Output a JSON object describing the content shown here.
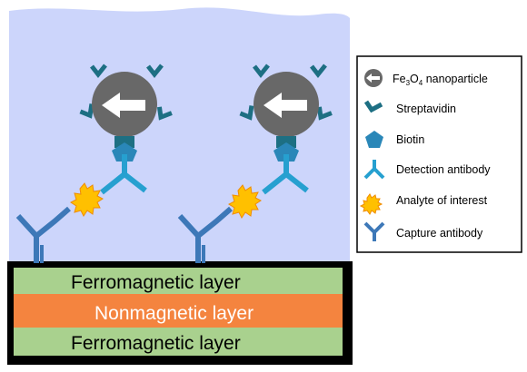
{
  "colors": {
    "liquid": "#ccd5fb",
    "ferro": "#a9d18e",
    "nonmag": "#f4843f",
    "nanoparticle": "#686868",
    "streptavidin": "#1d6f83",
    "biotin": "#2a87b8",
    "detection_antibody": "#26a0d0",
    "analyte": "#ffc000",
    "capture_antibody": "#3d78b8"
  },
  "layers": {
    "top": "Ferromagnetic layer",
    "middle": "Nonmagnetic layer",
    "bottom": "Ferromagnetic layer"
  },
  "legend": {
    "nanoparticle": {
      "icon": "arrow-left-circle-icon",
      "prefix": "Fe",
      "sub1": "3",
      "mid": "O",
      "sub2": "4",
      "suffix": " nanoparticle"
    },
    "streptavidin": {
      "icon": "streptavidin-icon",
      "label": "Streptavidin"
    },
    "biotin": {
      "icon": "pentagon-icon",
      "label": "Biotin"
    },
    "detection_antibody": {
      "icon": "antibody-icon",
      "label": "Detection antibody"
    },
    "analyte": {
      "icon": "starburst-icon",
      "label": "Analyte of interest"
    },
    "capture_antibody": {
      "icon": "antibody-icon",
      "label": "Capture antibody"
    }
  }
}
